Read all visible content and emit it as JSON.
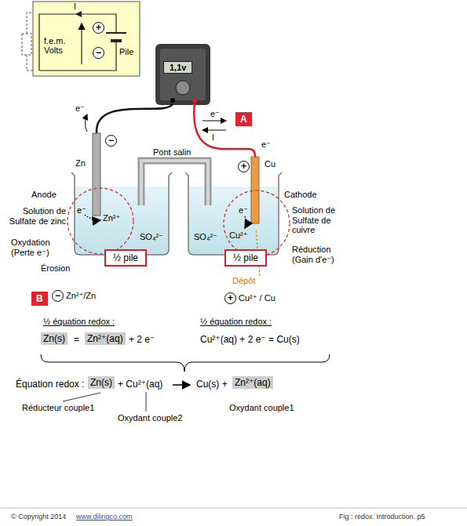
{
  "diagram": {
    "nodes": [
      {
        "text": [
          "f.e.m. Volts",
          "Pile"
        ]
      },
      {
        "text": [
          "1,1v"
        ]
      },
      {
        "text": [
          "A"
        ]
      },
      {
        "text": [
          "½ pile"
        ]
      },
      {
        "text": [
          "½ pile"
        ]
      },
      {
        "text": [
          "B"
        ]
      },
      {
        "text": [
          "Zn(s)"
        ]
      },
      {
        "text": [
          "Zn²⁺(aq)"
        ]
      },
      {
        "text": [
          "Zn(s)"
        ]
      },
      {
        "text": [
          "Zn²⁺(aq)"
        ]
      }
    ],
    "labels": [
      "I",
      "+",
      "−",
      "e⁻",
      "I",
      "e⁻",
      "e⁻",
      "−",
      "Zn",
      "Pont salin",
      "+",
      "Cu",
      "Anode",
      "Cathode",
      "Solution de Sulfate de zinc",
      "e⁻",
      "Zn²⁺",
      "Oxydation (Perte e⁻)",
      "SO₄²⁻",
      "SO₄²⁻",
      "Cu²⁺",
      "e⁻",
      "Solution de Sulfate de cuivre",
      "Réduction (Gain d'e⁻)",
      "Érosion",
      "Dépôt",
      "−",
      "Zn²⁺/Zn",
      "+",
      "Cu²⁺ / Cu",
      "½ équation redox :",
      "½ équation redox :",
      "=",
      "+ 2 e⁻",
      "Cu²⁺(aq) + 2 e⁻ = Cu(s)",
      "Équation redox :",
      "+ Cu²⁺(aq)",
      "Cu(s) +",
      "Réducteur couple1",
      "Oxydant couple2",
      "Oxydant couple1",
      "© Copyright 2014",
      "www.dilingco.com",
      "Fig : redox. Introduction. p5"
    ]
  }
}
